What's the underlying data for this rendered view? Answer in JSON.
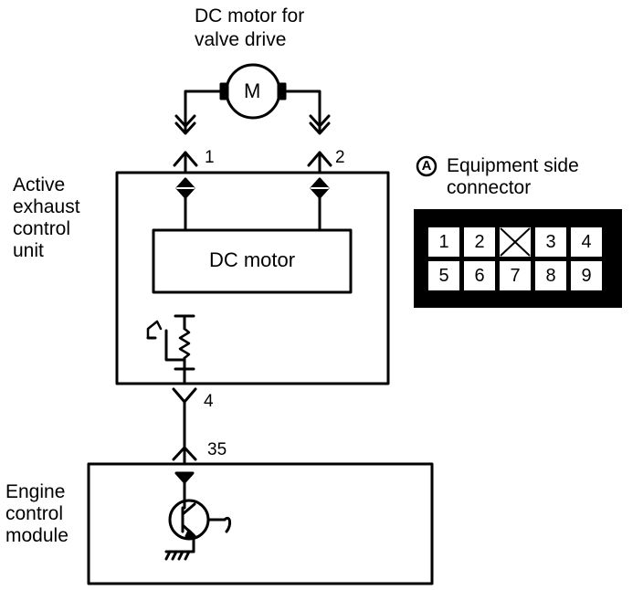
{
  "labels": {
    "motor_title_line1": "DC motor for",
    "motor_title_line2": "valve drive",
    "motor_symbol": "M",
    "active_unit_line1": "Active",
    "active_unit_line2": "exhaust",
    "active_unit_line3": "control",
    "active_unit_line4": "unit",
    "inner_box": "DC motor",
    "ecm_line1": "Engine",
    "ecm_line2": "control",
    "ecm_line3": "module",
    "connector_marker": "A",
    "connector_title_line1": "Equipment side",
    "connector_title_line2": "connector"
  },
  "pins": {
    "pin_1": "1",
    "pin_2": "2",
    "pin_4": "4",
    "pin_35": "35"
  },
  "connector": {
    "row1": [
      "1",
      "2",
      "",
      "3",
      "4"
    ],
    "row2": [
      "5",
      "6",
      "7",
      "8",
      "9"
    ],
    "blocked_cell_index": 2
  }
}
